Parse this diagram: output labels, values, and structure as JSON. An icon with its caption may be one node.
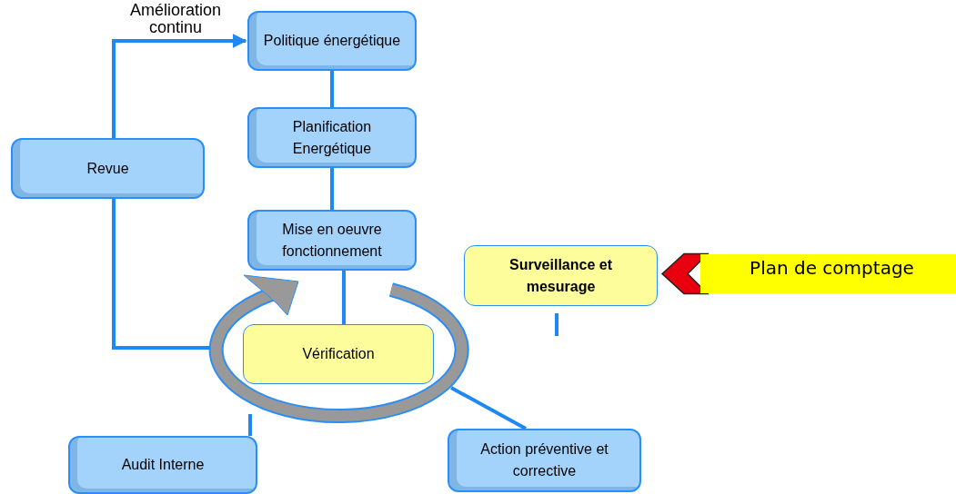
{
  "diagram": {
    "nodes": [
      {
        "text": [
          "Politique énergétique"
        ]
      },
      {
        "text": [
          "Planification Energétique"
        ]
      },
      {
        "text": [
          "Mise en oeuvre fonctionnement"
        ]
      },
      {
        "text": [
          "Revue"
        ]
      },
      {
        "text": [],
        "shape": "circle"
      },
      {
        "text": [
          "Vérification"
        ],
        "in": 4
      },
      {
        "text": [
          "Surveillance et mesurage"
        ]
      },
      {
        "text": [
          "Plan de comptage"
        ]
      },
      {
        "text": [
          "Audit Interne"
        ]
      },
      {
        "text": [
          "Action préventive et corrective"
        ]
      }
    ],
    "edges": [
      {
        "from": 3,
        "to": 0,
        "arrow": "to",
        "label": "Amélioration continu"
      },
      {
        "from": 0,
        "to": 1,
        "arrow": "none"
      },
      {
        "from": 1,
        "to": 2,
        "arrow": "none"
      },
      {
        "from": 2,
        "to": 5,
        "arrow": "none"
      },
      {
        "from": 3,
        "to": 4,
        "arrow": "none"
      },
      {
        "from": 8,
        "to": 4,
        "arrow": "none"
      },
      {
        "from": 9,
        "to": 4,
        "arrow": "none"
      },
      {
        "from": 7,
        "to": 6,
        "arrow": "to",
        "style": "thick",
        "color": "#e8000f"
      },
      {
        "from": 6,
        "to": null,
        "arrow": "none"
      }
    ]
  }
}
